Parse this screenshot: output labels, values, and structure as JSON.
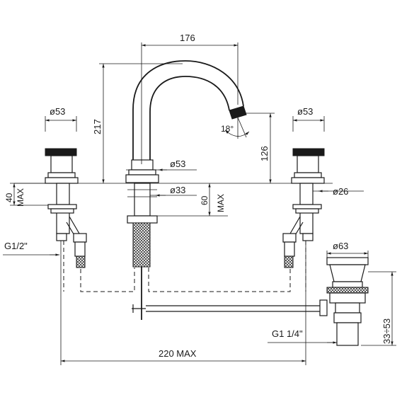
{
  "dimensions": {
    "spout_reach": "176",
    "height_total": "217",
    "spout_dia": "ø53",
    "handle_left_dia": "ø53",
    "handle_right_dia": "ø53",
    "spout_angle": "18°",
    "spout_height": "126",
    "deck_max_value": "40",
    "deck_max_label": "MAX",
    "shank_dia": "ø33",
    "shank_max_value": "60",
    "shank_max_label": "MAX",
    "valve_shank_dia": "ø26",
    "inlet_thread": "G1/2\"",
    "waste_dia": "ø63",
    "waste_thread": "G1  1/4\"",
    "waste_range": "33÷53",
    "centers": "220  MAX"
  }
}
